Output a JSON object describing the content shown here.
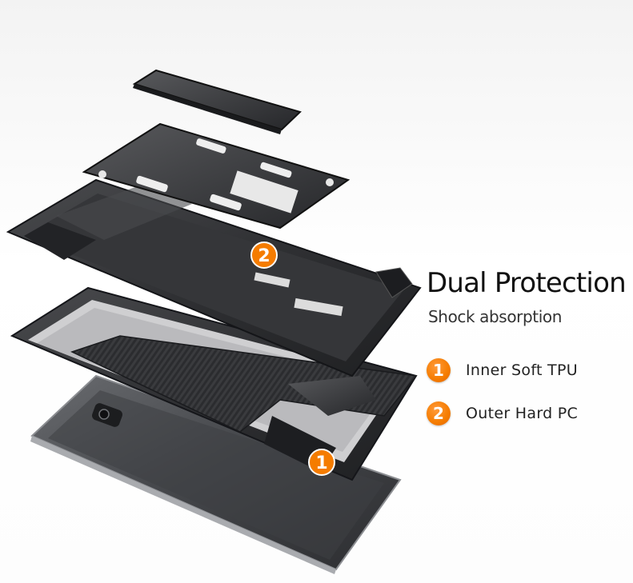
{
  "headline": "Dual Protection",
  "subheadline": "Shock absorption",
  "features": [
    {
      "number": "1",
      "label": "Inner Soft TPU"
    },
    {
      "number": "2",
      "label": "Outer Hard PC"
    }
  ],
  "callouts": [
    "2",
    "1"
  ],
  "colors": {
    "accent": "#f57c00",
    "case": "#2e2f31",
    "phone": "#4a4c50"
  }
}
